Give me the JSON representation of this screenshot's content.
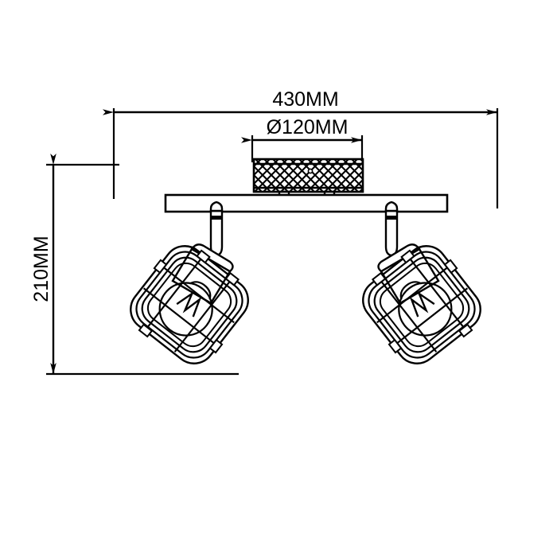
{
  "drawing": {
    "title": "Two-head ceiling spotlight bar technical dimension drawing",
    "background_color": "#ffffff",
    "line_color": "#000000",
    "units": "MM"
  },
  "dimensions": {
    "overall_width": {
      "label": "430MM",
      "value": 430,
      "unit": "MM",
      "orientation": "horizontal"
    },
    "canopy_diameter": {
      "label": "Ø120MM",
      "value": 120,
      "unit": "MM",
      "symbol": "Ø",
      "orientation": "horizontal"
    },
    "overall_height": {
      "label": "210MM",
      "value": 210,
      "unit": "MM",
      "orientation": "vertical",
      "rotation_deg": -90
    }
  },
  "components": {
    "canopy": {
      "name": "ceiling-canopy",
      "pattern": "diamond-crosshatch",
      "shape": "round-plate"
    },
    "mounting_bar": {
      "name": "mounting-bar",
      "shape": "horizontal-rectangle"
    },
    "spot_heads": [
      {
        "name": "left-spot-head",
        "side": "left",
        "shade": "square-cage",
        "bulb": "filament-bulb"
      },
      {
        "name": "right-spot-head",
        "side": "right",
        "shade": "square-cage",
        "bulb": "filament-bulb"
      }
    ]
  }
}
